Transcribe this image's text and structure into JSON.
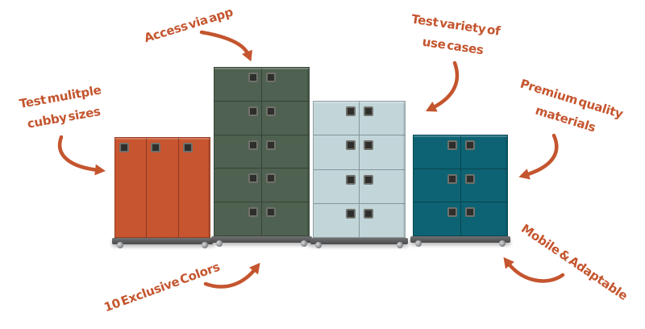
{
  "palette": {
    "accent": "#C4552E",
    "locker_orange": "#C7552F",
    "locker_green": "#4F6150",
    "locker_light_blue": "#C2D6DA",
    "locker_teal": "#0D6373",
    "keypad_dark": "#2E2E2C",
    "keypad_frame": "#71716B",
    "base_gray": "#565759",
    "wheel_gray": "#9EA1A3"
  },
  "annotations": {
    "cubby": {
      "line1": "Test mulitple",
      "line2": "cubby sizes"
    },
    "app": {
      "line1": "Access via app"
    },
    "variety": {
      "line1": "Test variety of",
      "line2": "use cases"
    },
    "premium": {
      "line1": "Premium quality",
      "line2": "materials"
    },
    "mobile": {
      "line1": "Mobile & Adaptable"
    },
    "colors": {
      "line1": "10 Exclusive Colors"
    }
  },
  "lockers": [
    {
      "key": "orange",
      "name": "orange-locker",
      "color": "#C7552F",
      "rows": 1,
      "cols": 3,
      "keypad": "left"
    },
    {
      "key": "green",
      "name": "green-locker",
      "color": "#4F6150",
      "rows": 5,
      "cols": 2,
      "keypad": "center"
    },
    {
      "key": "blue",
      "name": "light-blue-locker",
      "color": "#C2D6DA",
      "rows": 4,
      "cols": 2,
      "keypad": "center"
    },
    {
      "key": "teal",
      "name": "teal-locker",
      "color": "#0D6373",
      "rows": 3,
      "cols": 2,
      "keypad": "center"
    }
  ]
}
